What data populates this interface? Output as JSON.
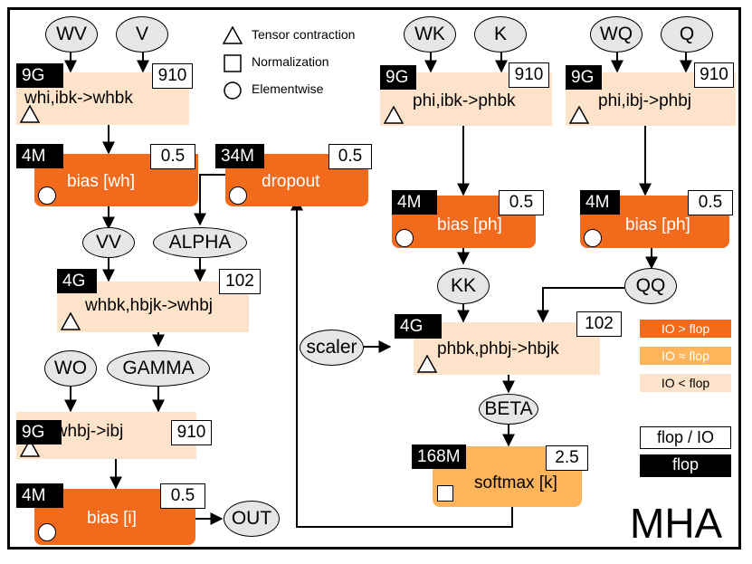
{
  "title": "MHA",
  "legend": {
    "shapes": {
      "tensor_contraction": "Tensor contraction",
      "normalization": "Normalization",
      "elementwise": "Elementwise"
    },
    "colors": [
      {
        "label": "IO > flop",
        "color": "#f26b1d",
        "text_color": "#ffffff"
      },
      {
        "label": "IO ≈ flop",
        "color": "#fdb45a",
        "text_color": "#ffffff"
      },
      {
        "label": "IO < flop",
        "color": "#fde3c9",
        "text_color": "#000000"
      }
    ],
    "key": {
      "ratio_label": "flop / IO",
      "flop_label": "flop"
    }
  },
  "inputs": {
    "wv": "WV",
    "v": "V",
    "wk": "WK",
    "k": "K",
    "wq": "WQ",
    "q": "Q",
    "vv": "VV",
    "alpha": "ALPHA",
    "wo": "WO",
    "gamma": "GAMMA",
    "out": "OUT",
    "kk": "KK",
    "qq": "QQ",
    "scaler": "scaler",
    "beta": "BETA"
  },
  "ops": {
    "whi_ibk": {
      "label": "whi,ibk->whbk",
      "flop": "9G",
      "ratio": "910",
      "type": "tensor contraction"
    },
    "bias_wh": {
      "label": "bias [wh]",
      "flop": "4M",
      "ratio": "0.5",
      "type": "elementwise"
    },
    "dropout": {
      "label": "dropout",
      "flop": "34M",
      "ratio": "0.5",
      "type": "elementwise"
    },
    "whbk_hbjk": {
      "label": "whbk,hbjk->whbj",
      "flop": "4G",
      "ratio": "102",
      "type": "tensor contraction"
    },
    "whi_whbj": {
      "label": "whi,whbj->ibj",
      "flop": "9G",
      "ratio": "910",
      "type": "tensor contraction"
    },
    "bias_i": {
      "label": "bias [i]",
      "flop": "4M",
      "ratio": "0.5",
      "type": "elementwise"
    },
    "phi_ibk": {
      "label": "phi,ibk->phbk",
      "flop": "9G",
      "ratio": "910",
      "type": "tensor contraction"
    },
    "phi_ibj": {
      "label": "phi,ibj->phbj",
      "flop": "9G",
      "ratio": "910",
      "type": "tensor contraction"
    },
    "bias_ph_k": {
      "label": "bias [ph]",
      "flop": "4M",
      "ratio": "0.5",
      "type": "elementwise"
    },
    "bias_ph_q": {
      "label": "bias [ph]",
      "flop": "4M",
      "ratio": "0.5",
      "type": "elementwise"
    },
    "phbk_phbj": {
      "label": "phbk,phbj->hbjk",
      "flop": "4G",
      "ratio": "102",
      "type": "tensor contraction"
    },
    "softmax": {
      "label": "softmax [k]",
      "flop": "168M",
      "ratio": "2.5",
      "type": "normalization"
    }
  },
  "colors": {
    "io_gt_flop": "#f26b1d",
    "io_approx_flop": "#fdb45a",
    "io_lt_flop": "#fde3c9",
    "input_fill": "#e6e6e6"
  }
}
